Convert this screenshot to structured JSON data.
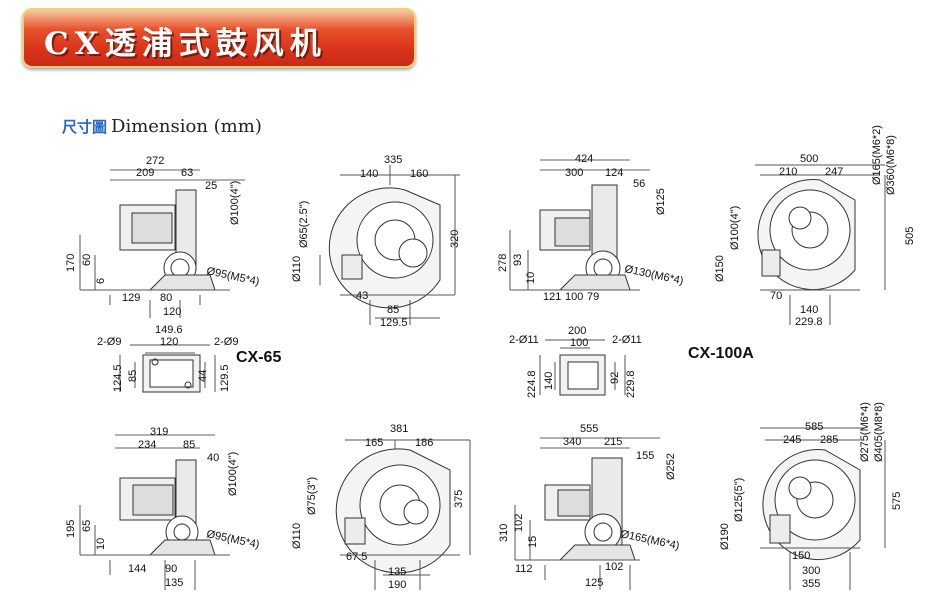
{
  "banner": {
    "title": "CX透浦式鼓风机"
  },
  "subtitle": {
    "cn": "尺寸圖",
    "en": "Dimension (mm)"
  },
  "models": {
    "top": "CX-65",
    "bottom": "CX-100A"
  },
  "dims": {
    "a": [
      "272",
      "209",
      "63",
      "25",
      "Ø100(4\")",
      "170",
      "60",
      "6",
      "129",
      "80",
      "120",
      "Ø95(M5*4)"
    ],
    "b": [
      "335",
      "140",
      "160",
      "Ø65(2.5\")",
      "320",
      "Ø110",
      "43",
      "85",
      "129.5"
    ],
    "c": [
      "424",
      "300",
      "124",
      "56",
      "Ø125",
      "278",
      "93",
      "10",
      "121",
      "100",
      "79",
      "Ø130(M6*4)"
    ],
    "d": [
      "500",
      "210",
      "247",
      "Ø165(M6*2)",
      "Ø360(M6*8)",
      "Ø100(4\")",
      "505",
      "Ø150",
      "70",
      "140",
      "229.8"
    ],
    "e": [
      "149.6",
      "120",
      "2-Ø9",
      "2-Ø9",
      "124.5",
      "85",
      "44",
      "129.5"
    ],
    "f": [
      "200",
      "100",
      "2-Ø11",
      "2-Ø11",
      "224.8",
      "140",
      "92",
      "229.8"
    ],
    "g": [
      "319",
      "234",
      "85",
      "40",
      "Ø100(4\")",
      "195",
      "65",
      "10",
      "144",
      "90",
      "135",
      "Ø95(M5*4)"
    ],
    "h": [
      "381",
      "165",
      "186",
      "Ø75(3\")",
      "375",
      "Ø110",
      "67.5",
      "135",
      "190"
    ],
    "i": [
      "555",
      "340",
      "215",
      "155",
      "Ø252",
      "310",
      "102",
      "15",
      "112",
      "102",
      "125",
      "Ø165(M6*4)"
    ],
    "j": [
      "585",
      "245",
      "285",
      "Ø275(M6*4)",
      "Ø405(M8*8)",
      "Ø125(5\")",
      "575",
      "Ø190",
      "150",
      "300",
      "355"
    ]
  }
}
